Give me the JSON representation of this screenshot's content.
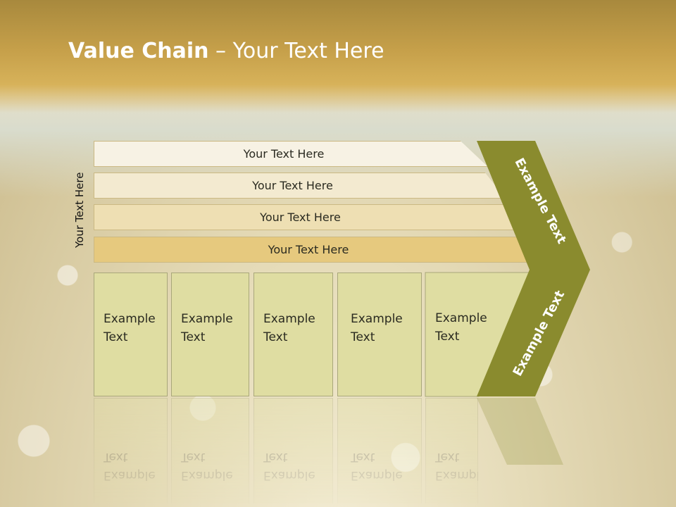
{
  "slide": {
    "title_bold": "Value Chain",
    "title_rest": " – Your Text Here",
    "side_label": "Your Text Here"
  },
  "bars": [
    {
      "label": "Your Text Here",
      "color": "#f7f2e4"
    },
    {
      "label": "Your Text Here",
      "color": "#f3ead0"
    },
    {
      "label": "Your Text Here",
      "color": "#eedfb3"
    },
    {
      "label": "Your Text Here",
      "color": "#e6c97e"
    }
  ],
  "boxes": [
    {
      "line1": "Example",
      "line2": "Text"
    },
    {
      "line1": "Example",
      "line2": "Text"
    },
    {
      "line1": "Example",
      "line2": "Text"
    },
    {
      "line1": "Example",
      "line2": "Text"
    },
    {
      "line1": "Example",
      "line2": "Text"
    }
  ],
  "chevron": {
    "upper_label": "Example Text",
    "lower_label": "Example Text",
    "color": "#8a8b2e"
  }
}
